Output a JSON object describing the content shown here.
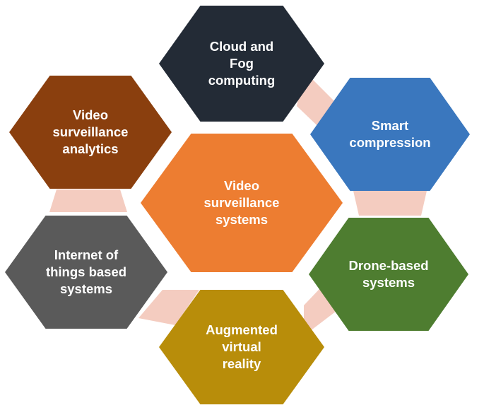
{
  "diagram": {
    "center": {
      "lines": [
        "Video",
        "surveillance",
        "systems"
      ],
      "color": "#ED7D31"
    },
    "nodes": [
      {
        "id": "cloud-fog",
        "lines": [
          "Cloud and",
          "Fog",
          "computing"
        ],
        "color": "#232B36"
      },
      {
        "id": "smart-compression",
        "lines": [
          "Smart",
          "compression"
        ],
        "color": "#3A77BE"
      },
      {
        "id": "drone-based",
        "lines": [
          "Drone-based",
          "systems"
        ],
        "color": "#4E7D30"
      },
      {
        "id": "augmented-virtual-reality",
        "lines": [
          "Augmented",
          "virtual",
          "reality"
        ],
        "color": "#B88D0A"
      },
      {
        "id": "iot-based",
        "lines": [
          "Internet of",
          "things based",
          "systems"
        ],
        "color": "#5A5A5A"
      },
      {
        "id": "video-analytics",
        "lines": [
          "Video",
          "surveillance",
          "analytics"
        ],
        "color": "#8A3F0E"
      }
    ],
    "connector_color": "#F4CCC0"
  }
}
